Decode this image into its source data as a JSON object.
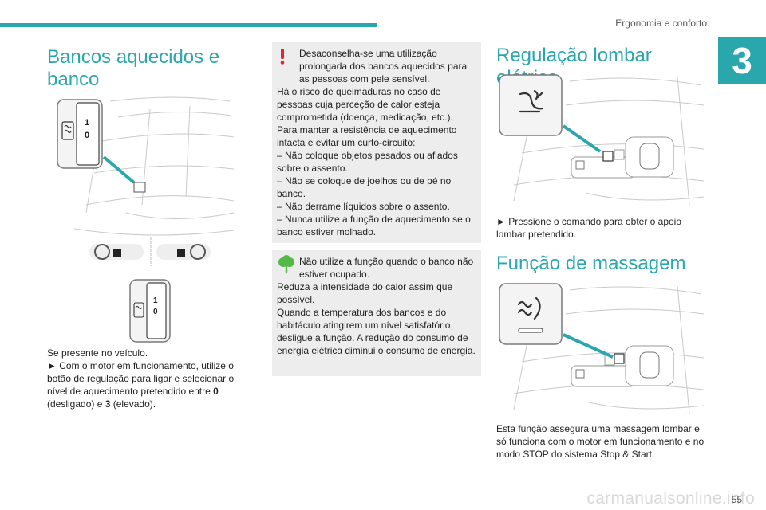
{
  "header": {
    "section": "Ergonomia e conforto",
    "chapter": "3",
    "page_number": "55"
  },
  "watermark": "carmanualsonline.info",
  "col1": {
    "title": "Bancos aquecidos e banco",
    "dial_labels": [
      "1",
      "0"
    ],
    "text": {
      "line1": "Se presente no veículo.",
      "line2_prefix": "► Com o motor em funcionamento, utilize o botão de regulação para ligar e selecionar o nível de aquecimento pretendido entre ",
      "bold0": "0",
      "mid": " (desligado) e ",
      "bold3": "3",
      "end": " (elevado)."
    }
  },
  "warning": {
    "lines": [
      "Desaconselha-se uma utilização prolongada dos bancos aquecidos para as pessoas com pele sensível.",
      "Há o risco de queimaduras no caso de pessoas cuja perceção de calor esteja comprometida (doença, medicação, etc.).",
      "Para manter a resistência de aquecimento intacta e evitar um curto-circuito:",
      "– Não coloque objetos pesados ou afiados sobre o assento.",
      "– Não se coloque de joelhos ou de pé no banco.",
      "– Não derrame líquidos sobre o assento.",
      "– Nunca utilize a função de aquecimento se o banco estiver molhado."
    ]
  },
  "eco": {
    "lines": [
      "Não utilize a função quando o banco não estiver ocupado.",
      "Reduza a intensidade do calor assim que possível.",
      "Quando a temperatura dos bancos e do habitáculo atingirem um nível satisfatório, desligue a função. A redução do consumo de energia elétrica diminui o consumo de energia."
    ]
  },
  "lumbar": {
    "title": "Regulação lombar elétrica",
    "text": "► Pressione o comando para obter o apoio lombar pretendido."
  },
  "massage": {
    "title": "Função de massagem",
    "text": "Esta função assegura uma massagem lombar e só funciona com o motor em funcionamento e no modo STOP do sistema Stop & Start."
  },
  "colors": {
    "accent": "#2aa6ad",
    "warning_red": "#e3262d",
    "eco_green": "#55b948",
    "notice_bg": "#ededed"
  },
  "icons": [
    "warning-icon",
    "eco-leaf-icon",
    "seat-heater-icon",
    "lumbar-icon",
    "massage-icon",
    "steering-wheel-icon"
  ]
}
